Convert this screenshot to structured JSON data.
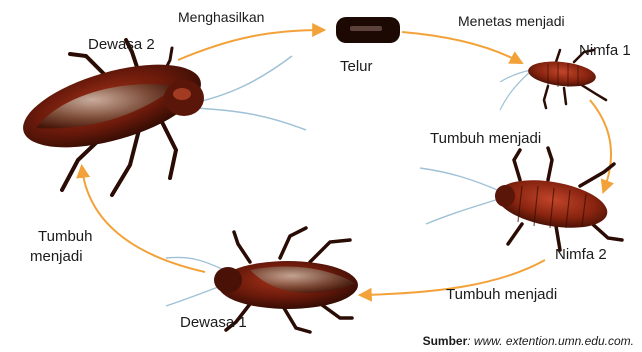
{
  "stages": {
    "adult2": "Dewasa 2",
    "egg": "Telur",
    "nymph1": "Nimfa 1",
    "nymph2": "Nimfa 2",
    "adult1": "Dewasa 1"
  },
  "arrows": {
    "produces": "Menghasilkan",
    "hatches_into": "Menetas menjadi",
    "grows_into_1": "Tumbuh menjadi",
    "grows_into_2": "Tumbuh menjadi",
    "grows_into_3_line1": "Tumbuh",
    "grows_into_3_line2": "menjadi"
  },
  "source": {
    "label": "Sumber",
    "text": ": www. extention.umn.edu.com."
  },
  "colors": {
    "arrow": "#f3a23a",
    "body_dark": "#3b1005",
    "body_red": "#8a2310",
    "leg": "#2a0c04",
    "antenna": "#9fc1d6"
  }
}
